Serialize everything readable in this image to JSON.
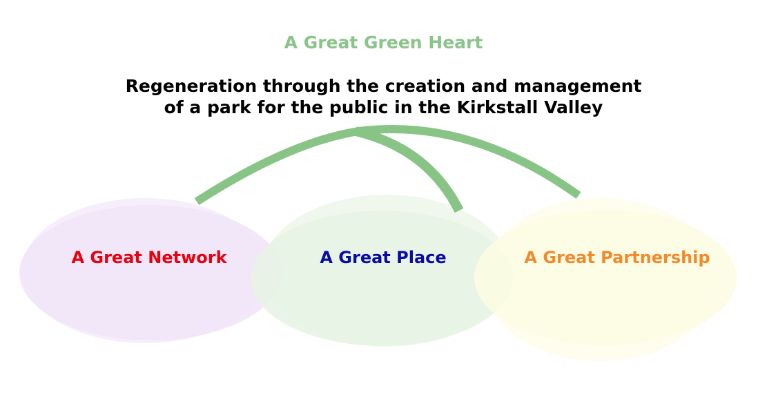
{
  "title": "A Great Green Heart",
  "subtitle_line1": "Regeneration through the creation and management",
  "subtitle_line2": "of a park for the public in the Kirkstall Valley",
  "circles": [
    {
      "label": "A Great Network",
      "text_color": "#e8000e",
      "fill": "#f2e4f8"
    },
    {
      "label": "A Great Place",
      "text_color": "#0a0aa6",
      "fill": "#e6f3e4"
    },
    {
      "label": "A Great Partnership",
      "text_color": "#f28a2c",
      "fill": "#fdfbe2"
    }
  ],
  "colors": {
    "title": "#8bc48a",
    "stem": "#88c486",
    "subtitle": "#000000"
  }
}
